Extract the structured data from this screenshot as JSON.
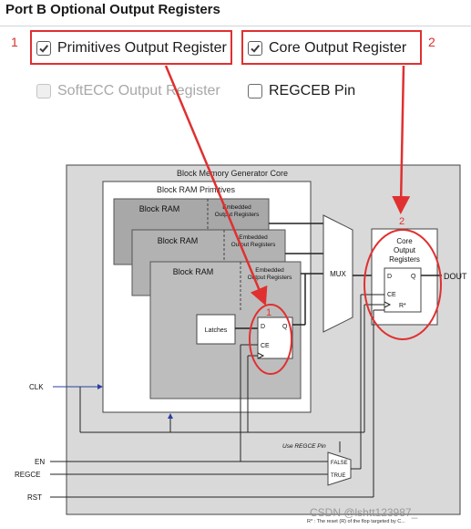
{
  "section": {
    "title": "Port B Optional Output Registers"
  },
  "options": {
    "primitives_output_register": {
      "label": "Primitives Output Register",
      "checked": true,
      "enabled": true
    },
    "core_output_register": {
      "label": "Core Output Register",
      "checked": true,
      "enabled": true
    },
    "softecc_output_register": {
      "label": "SoftECC Output Register",
      "checked": false,
      "enabled": false
    },
    "regceb_pin": {
      "label": "REGCEB Pin",
      "checked": false,
      "enabled": true
    }
  },
  "annotations": {
    "marker_1": "1",
    "marker_2": "2",
    "color": "#e03030"
  },
  "diagram": {
    "core_title": "Block Memory Generator Core",
    "primitives_title": "Block RAM Primitives",
    "block_ram": [
      "Block RAM",
      "Block RAM",
      "Block RAM"
    ],
    "embedded_output_registers": "Embedded Output Registers",
    "latches": "Latches",
    "mux": "MUX",
    "core_output_registers": "Core Output Registers",
    "reg_d": "D",
    "reg_q": "Q",
    "reg_ce": "CE",
    "reg_r": "R*",
    "dout": "DOUT",
    "clk": "CLK",
    "en": "EN",
    "regce": "REGCE",
    "rst": "RST",
    "use_regce_pin": "Use REGCE Pin",
    "false_label": "FALSE",
    "true_label": "TRUE",
    "footnote": "R* : The reset (R) of the flop targeted by C...",
    "watermark": "CSDN @lshtt123987_"
  }
}
